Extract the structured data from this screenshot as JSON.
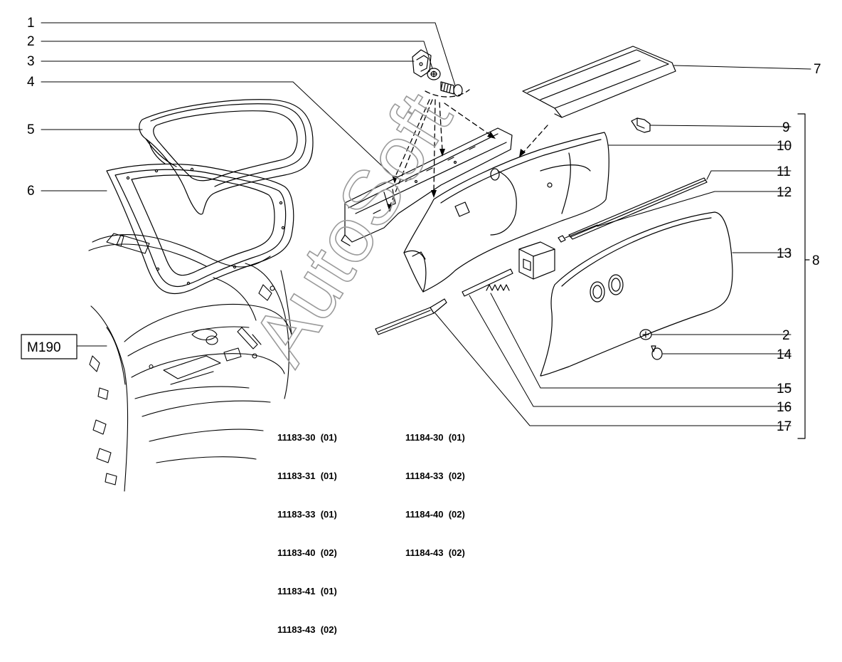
{
  "callouts": {
    "c1": "1",
    "c2a": "2",
    "c3": "3",
    "c4": "4",
    "c5": "5",
    "c6": "6",
    "c7": "7",
    "c8": "8",
    "c9": "9",
    "c10": "10",
    "c11": "11",
    "c12": "12",
    "c13": "13",
    "c2b": "2",
    "c14": "14",
    "c15": "15",
    "c16": "16",
    "c17": "17"
  },
  "reference_box": "M190",
  "watermark": "AutoSoft",
  "variants": {
    "left": [
      "11183-30  (01)",
      "11183-31  (01)",
      "11183-33  (01)",
      "11183-40  (02)",
      "11183-41  (01)",
      "11183-43  (02)"
    ],
    "right": [
      "11184-30  (01)",
      "11184-33  (02)",
      "11184-40  (02)",
      "11184-43  (02)"
    ]
  }
}
